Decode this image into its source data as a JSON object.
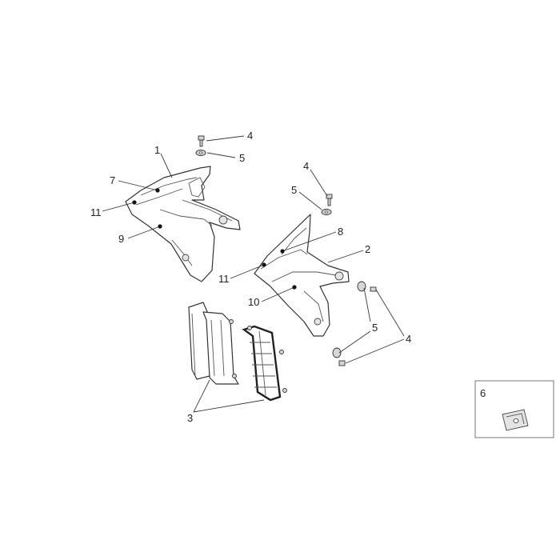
{
  "callouts": {
    "c1": "1",
    "c2": "2",
    "c3": "3",
    "c4a": "4",
    "c4b": "4",
    "c4c": "4",
    "c5a": "5",
    "c5b": "5",
    "c5c": "5",
    "c6": "6",
    "c7": "7",
    "c8": "8",
    "c9": "9",
    "c10": "10",
    "c11a": "11",
    "c11b": "11"
  }
}
